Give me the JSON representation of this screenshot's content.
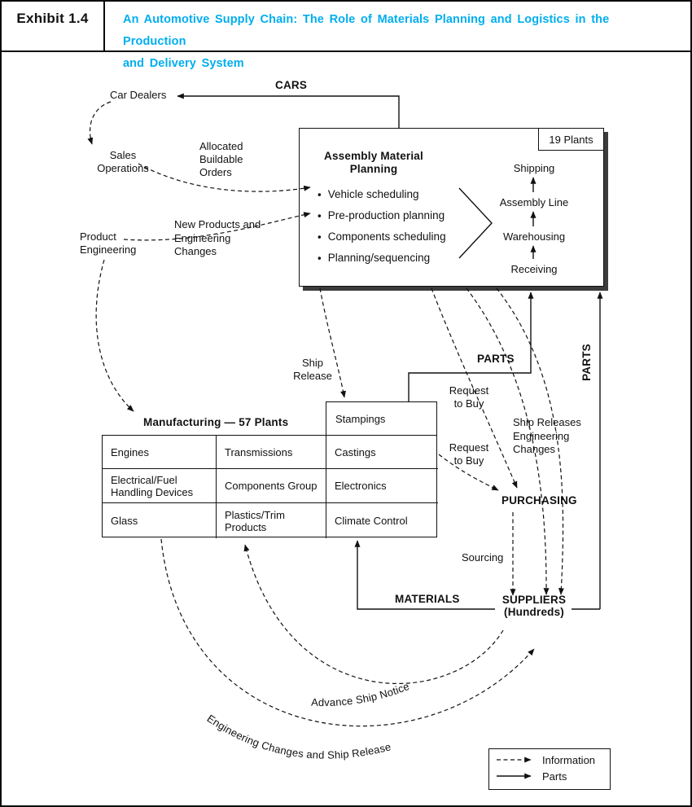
{
  "colors": {
    "accent": "#00aeef",
    "ink": "#111111"
  },
  "header": {
    "exhibit": "Exhibit 1.4",
    "title_lines": [
      "An Automotive Supply Chain: The Role of Materials Planning and Logistics in the Production",
      "and Delivery System"
    ]
  },
  "labels": {
    "cars": "CARS",
    "car_dealers": "Car Dealers",
    "sales_operations": "Sales\nOperations",
    "allocated_orders": "Allocated\nBuildable\nOrders",
    "product_engineering": "Product\nEngineering",
    "new_products": "New Products and\nEngineering\nChanges",
    "ship_release": "Ship\nRelease",
    "parts_top": "PARTS",
    "parts_right": "PARTS",
    "request_to_buy_upper": "Request\nto Buy",
    "request_to_buy_lower": "Request\nto Buy",
    "ship_releases_changes": "Ship Releases\nEngineering\nChanges",
    "purchasing": "PURCHASING",
    "sourcing": "Sourcing",
    "materials": "MATERIALS",
    "suppliers": "SUPPLIERS\n(Hundreds)",
    "advance_ship_notice": "Advance Ship Notice",
    "eng_changes_ship_release": "Engineering Changes and Ship Release"
  },
  "assembly": {
    "plants_badge": "19 Plants",
    "title": "Assembly Material\nPlanning",
    "bullets": [
      "Vehicle scheduling",
      "Pre-production planning",
      "Components scheduling",
      "Planning/sequencing"
    ],
    "flow": [
      "Shipping",
      "Assembly Line",
      "Warehousing",
      "Receiving"
    ]
  },
  "manufacturing": {
    "title": "Manufacturing — 57 Plants",
    "stampings": "Stampings",
    "rows": [
      [
        "Engines",
        "Transmissions",
        "Castings"
      ],
      [
        "Electrical/Fuel Handling Devices",
        "Components Group",
        "Electronics"
      ],
      [
        "Glass",
        "Plastics/Trim Products",
        "Climate Control"
      ]
    ]
  },
  "legend": {
    "information": "Information",
    "parts": "Parts"
  }
}
